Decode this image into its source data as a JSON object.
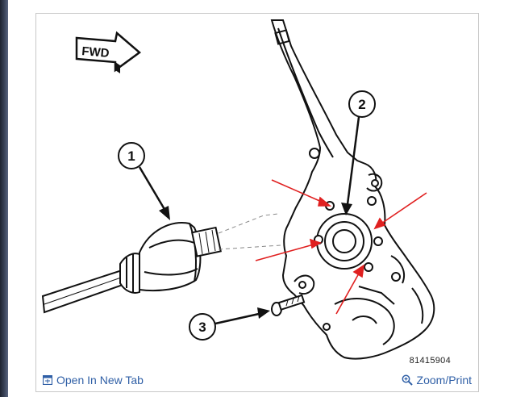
{
  "figure": {
    "direction_label": "FWD",
    "callouts": [
      "1",
      "2",
      "3"
    ],
    "figure_id": "81415904"
  },
  "actions": {
    "open_new_tab": "Open In New Tab",
    "zoom_print": "Zoom/Print"
  },
  "colors": {
    "link": "#2f5fa6",
    "arrow_red": "#e02020"
  }
}
